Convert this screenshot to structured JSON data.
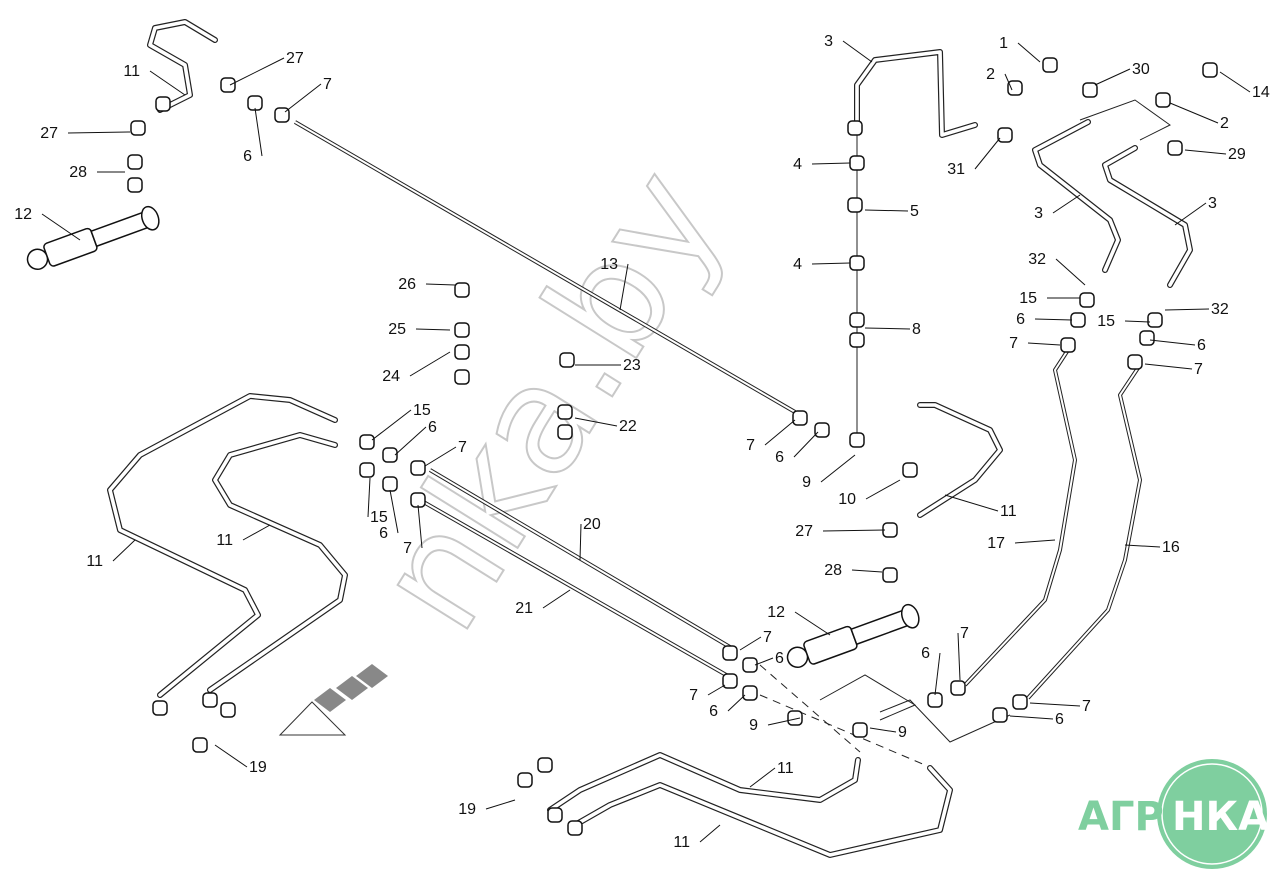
{
  "diagram": {
    "callouts": [
      "1",
      "2",
      "30",
      "14",
      "2",
      "3",
      "31",
      "29",
      "3",
      "3",
      "4",
      "5",
      "4",
      "32",
      "15",
      "6",
      "7",
      "15",
      "32",
      "6",
      "7",
      "8",
      "11",
      "27",
      "7",
      "27",
      "28",
      "6",
      "12",
      "13",
      "26",
      "25",
      "24",
      "23",
      "22",
      "15",
      "6",
      "7",
      "15",
      "6",
      "7",
      "7",
      "6",
      "9",
      "10",
      "11",
      "27",
      "28",
      "17",
      "16",
      "11",
      "11",
      "20",
      "21",
      "12",
      "7",
      "6",
      "7",
      "6",
      "9",
      "6",
      "7",
      "7",
      "6",
      "9",
      "19",
      "11",
      "19",
      "11"
    ]
  },
  "watermark": "nka.by",
  "logo": {
    "text": "АГРОНКА",
    "color": "#7fcf9f"
  }
}
